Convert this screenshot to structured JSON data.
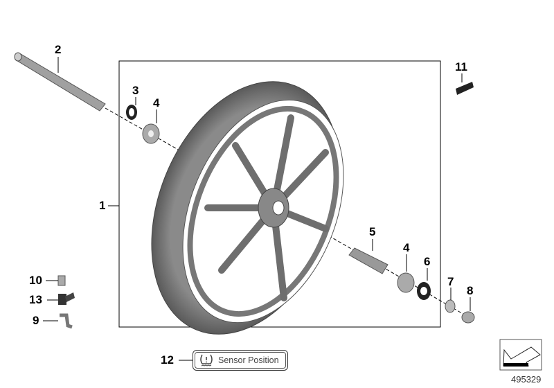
{
  "diagram": {
    "callouts": [
      "1",
      "2",
      "3",
      "4",
      "5",
      "4",
      "6",
      "7",
      "8",
      "9",
      "10",
      "11",
      "12",
      "13"
    ],
    "sensor_button_label": "Sensor Position",
    "diagram_number": "495329",
    "icons": {
      "sensor": "tpms-warning-icon",
      "nav": "back-arrow-icon"
    }
  }
}
